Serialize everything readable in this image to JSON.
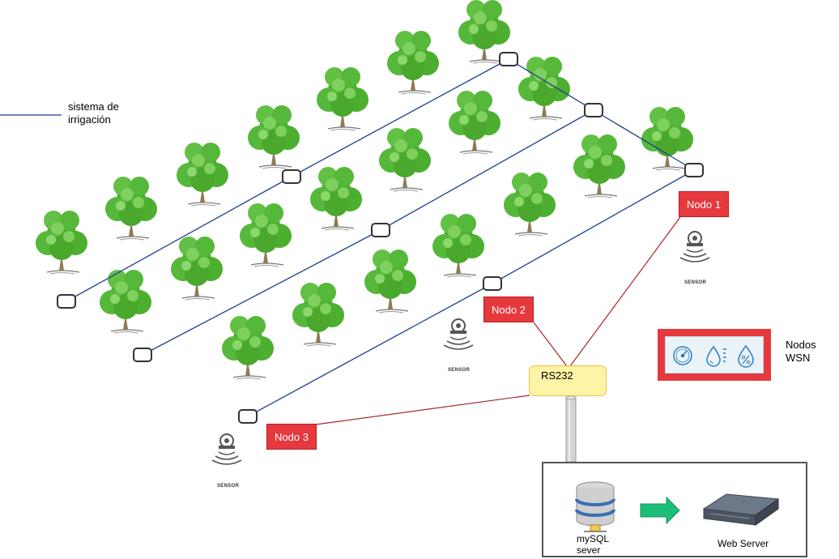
{
  "legend": {
    "line_label": "sistema de irrigación",
    "line_color": "#1f3f8f"
  },
  "nodes": [
    {
      "label": "Nodo 1"
    },
    {
      "label": "Nodo 2"
    },
    {
      "label": "Nodo 3"
    }
  ],
  "sensor_label": "SENSOR",
  "gateway": {
    "label": "RS232"
  },
  "wsn": {
    "label": "Nodos WSN",
    "icons": [
      "pressure-gauge-icon",
      "water-level-icon",
      "humidity-icon"
    ]
  },
  "server": {
    "database_label": "mySQL sever",
    "web_label": "Web Server"
  },
  "colors": {
    "node_fill": "#e5393e",
    "link_line": "#a52a2a",
    "gateway_fill": "#fff3a6",
    "arrow": "#1dbd7a",
    "tree": "#4caf2f"
  }
}
